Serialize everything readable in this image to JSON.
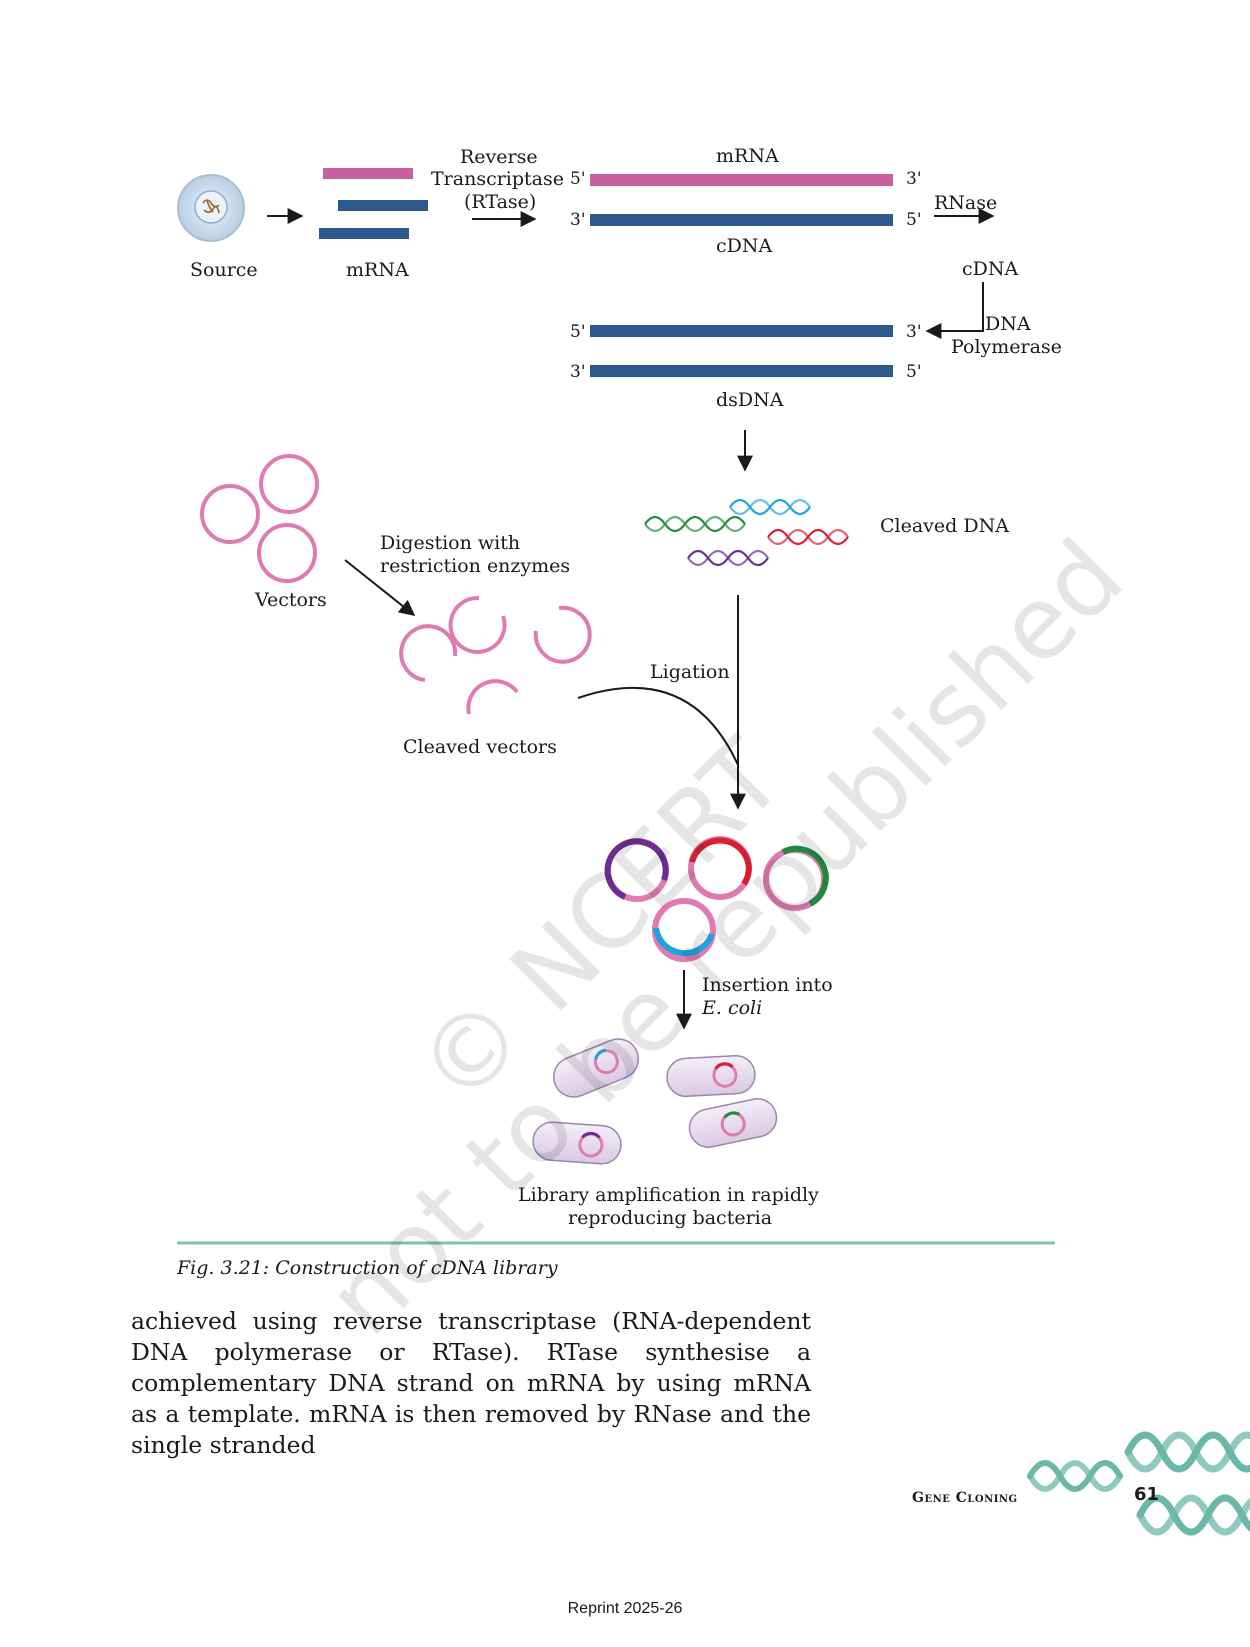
{
  "diagram": {
    "source_label": "Source",
    "mrna_label_left": "mRNA",
    "rtase_label": [
      "Reverse",
      "Transcriptase",
      "(RTase)"
    ],
    "mrna_label_top": "mRNA",
    "cdna_label_mid": "cDNA",
    "rnase_label": "RNase",
    "cdna_label_right": "cDNA",
    "dna_pol_label": [
      "DNA",
      "Polymerase"
    ],
    "dsdna_label": "dsDNA",
    "cleaved_dna_label": "Cleaved DNA",
    "vectors_label": "Vectors",
    "digestion_label": [
      "Digestion with",
      "restriction enzymes"
    ],
    "cleaved_vectors_label": "Cleaved vectors",
    "ligation_label": "Ligation",
    "insertion_label": "Insertion into",
    "insertion_organism": "E. coli",
    "amplification_label": [
      "Library amplification in rapidly",
      "reproducing bacteria"
    ],
    "primes": {
      "five": "5'",
      "three": "3'"
    }
  },
  "watermark": {
    "line1": "© NCERT",
    "line2": "not to be republished"
  },
  "caption": "Fig. 3.21: Construction of cDNA library",
  "body_text": "achieved using reverse transcriptase (RNA-dependent DNA polymerase or RTase). RTase synthesise a complementary DNA strand on mRNA by using mRNA as a template. mRNA is then removed by RNase and the single stranded",
  "footer": {
    "chapter": "Gene Cloning",
    "page_number": "61",
    "reprint": "Reprint 2025-26"
  },
  "colors": {
    "mrna": "#c8609f",
    "cdna": "#2d5a8c",
    "vector": "#e07bb2",
    "insert_purple": "#6b2d8f",
    "insert_red": "#d61f2f",
    "insert_green": "#1f8a3c",
    "insert_cyan": "#1ea3dc",
    "rule": "#7fbfb5",
    "helix_logo": "#6bb7a8"
  }
}
